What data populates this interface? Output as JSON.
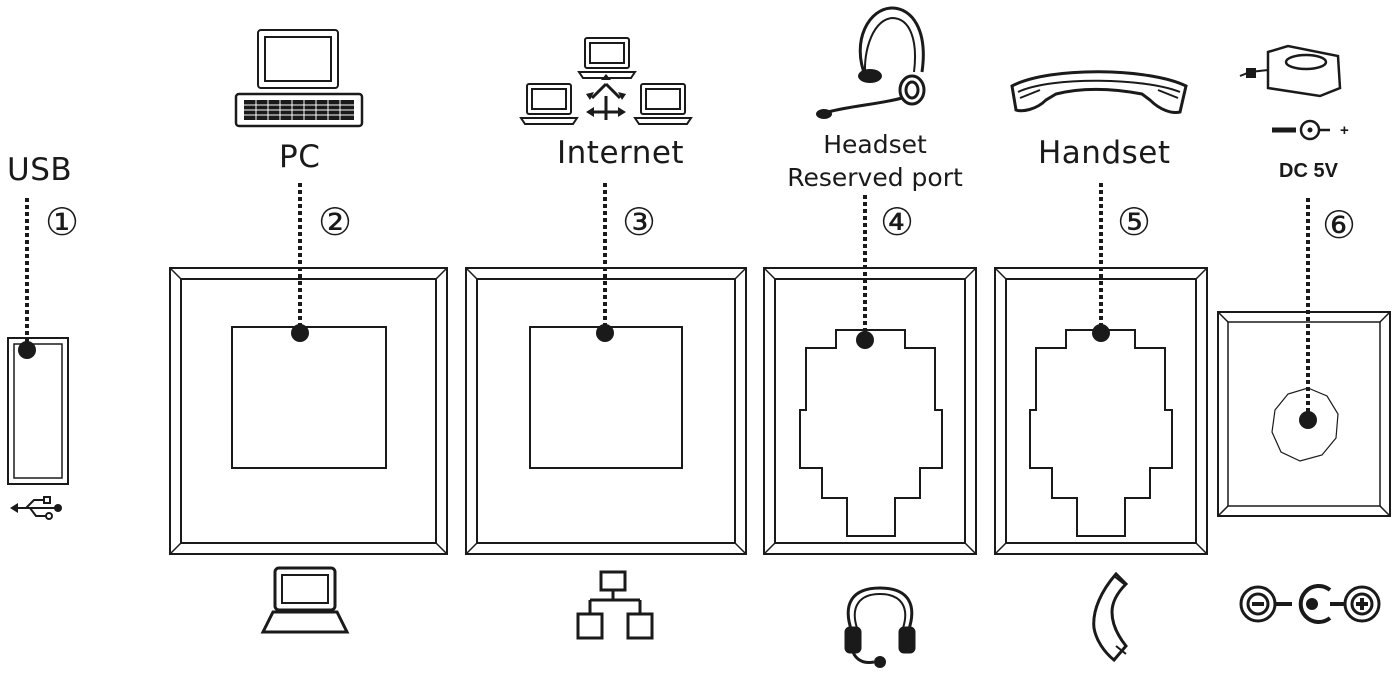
{
  "ports": [
    {
      "number": "①",
      "label": "USB",
      "icon": "usb-icon"
    },
    {
      "number": "②",
      "label": "PC",
      "icon": "laptop-icon"
    },
    {
      "number": "③",
      "label": "Internet",
      "icon": "network-icon"
    },
    {
      "number": "④",
      "label_line1": "Headset",
      "label_line2": "Reserved port",
      "icon": "headset-icon"
    },
    {
      "number": "⑤",
      "label": "Handset",
      "icon": "handset-icon"
    },
    {
      "number": "⑥",
      "label": "DC 5V",
      "polarity": "+",
      "icon": "dc-polarity-icon"
    }
  ]
}
